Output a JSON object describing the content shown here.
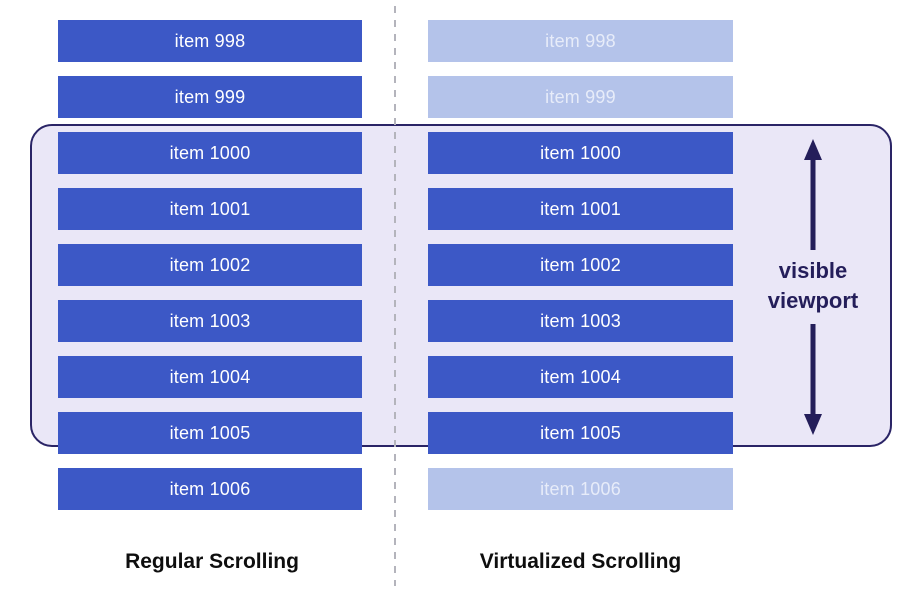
{
  "diagram": {
    "left_column": {
      "label": "Regular Scrolling",
      "items": [
        {
          "label": "item 998",
          "faded": false
        },
        {
          "label": "item 999",
          "faded": false
        },
        {
          "label": "item 1000",
          "faded": false
        },
        {
          "label": "item 1001",
          "faded": false
        },
        {
          "label": "item 1002",
          "faded": false
        },
        {
          "label": "item 1003",
          "faded": false
        },
        {
          "label": "item 1004",
          "faded": false
        },
        {
          "label": "item 1005",
          "faded": false
        },
        {
          "label": "item 1006",
          "faded": false
        }
      ]
    },
    "right_column": {
      "label": "Virtualized Scrolling",
      "items": [
        {
          "label": "item 998",
          "faded": true
        },
        {
          "label": "item 999",
          "faded": true
        },
        {
          "label": "item 1000",
          "faded": false
        },
        {
          "label": "item 1001",
          "faded": false
        },
        {
          "label": "item 1002",
          "faded": false
        },
        {
          "label": "item 1003",
          "faded": false
        },
        {
          "label": "item 1004",
          "faded": false
        },
        {
          "label": "item 1005",
          "faded": false
        },
        {
          "label": "item 1006",
          "faded": true
        }
      ]
    },
    "viewport": {
      "label_line1": "visible",
      "label_line2": "viewport"
    },
    "colors": {
      "item_active": "#3c58c6",
      "item_faded": "#b4c3ea",
      "item_text_active": "#ffffff",
      "item_text_faded": "#e7ecf9",
      "viewport_bg": "#eae7f7",
      "viewport_border": "#2a2466",
      "arrow": "#241e5a",
      "divider": "#b4b4bc",
      "column_label": "#0e0e0e"
    }
  }
}
